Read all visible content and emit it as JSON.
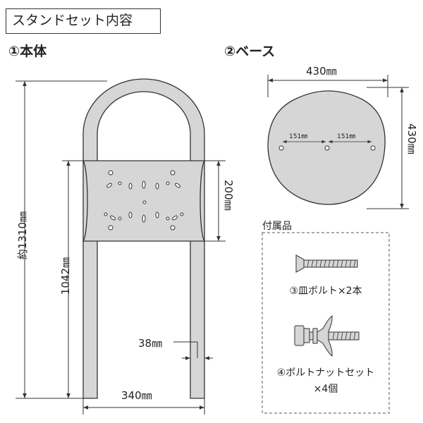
{
  "header": {
    "title": "スタンドセット内容"
  },
  "body_section": {
    "title": "①本体",
    "dim_total_height": "約1310㎜",
    "dim_leg_height": "1042㎜",
    "dim_plate_height": "200㎜",
    "dim_pipe_width": "38㎜",
    "dim_width": "340㎜"
  },
  "base_section": {
    "title": "②ベース",
    "dim_width": "430㎜",
    "dim_depth": "430㎜",
    "dim_hole_left": "151㎜",
    "dim_hole_right": "151㎜"
  },
  "accessories": {
    "label": "付属品",
    "item1": "③皿ボルト×2本",
    "item2_line1": "④ボルトナットセット",
    "item2_line2": "×4個"
  },
  "colors": {
    "fill": "#d6d6d6",
    "stroke": "#333333"
  }
}
